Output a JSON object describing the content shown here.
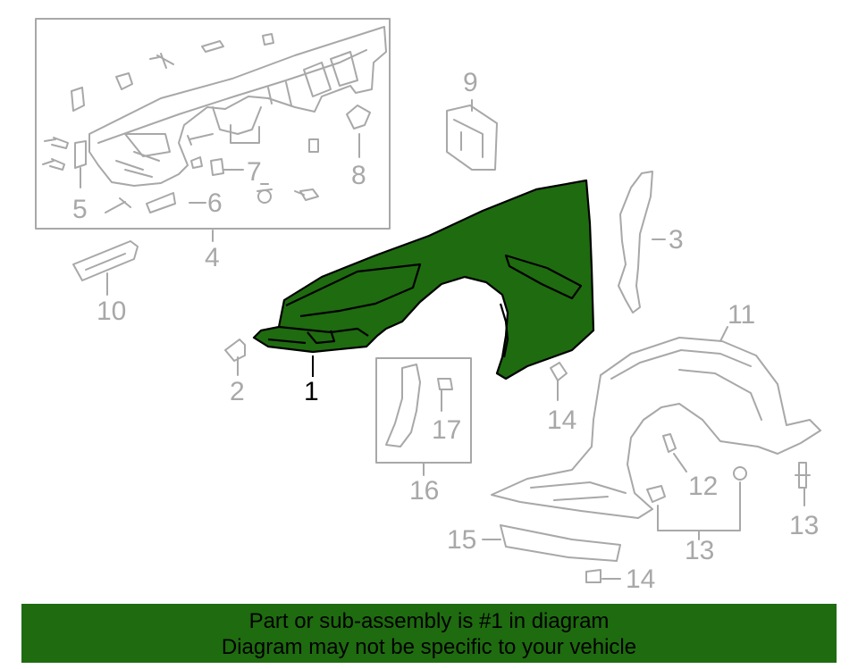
{
  "callouts": {
    "c1": "1",
    "c2": "2",
    "c3": "3",
    "c4": "4",
    "c5": "5",
    "c6": "6",
    "c7": "7",
    "c8": "8",
    "c9": "9",
    "c10": "10",
    "c11": "11",
    "c12": "12",
    "c13a": "13",
    "c13b": "13",
    "c14a": "14",
    "c14b": "14",
    "c15": "15",
    "c16": "16",
    "c17": "17"
  },
  "highlight_part": "1",
  "colors": {
    "highlight_fill": "#1f6b10",
    "outline": "#a8a8a8",
    "banner_bg": "#1f6b10"
  },
  "banner": {
    "line1": "Part or sub-assembly is #1 in diagram",
    "line2": "Diagram may not be specific to your vehicle"
  }
}
